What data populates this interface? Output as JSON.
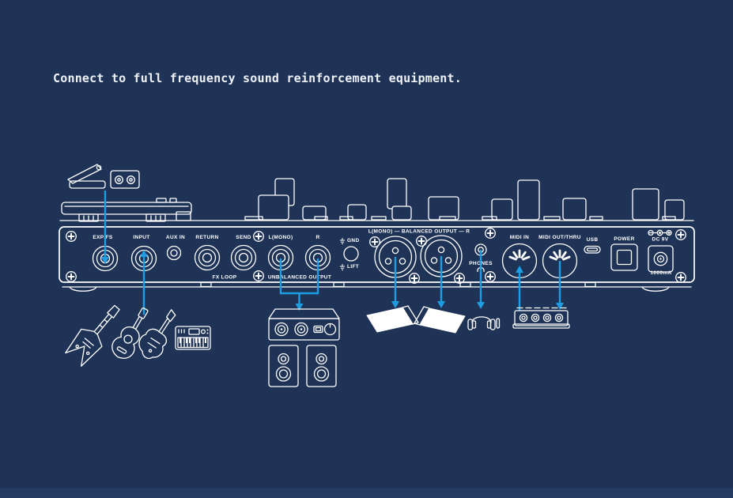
{
  "title": "Connect to full frequency sound reinforcement equipment.",
  "colors": {
    "background": "#1f3357",
    "line_art": "#ffffff",
    "accent_arrow": "#1f9de2",
    "footer_band": "#253a5f"
  },
  "rear_panel": {
    "labels": {
      "exp_fs": "EXP/FS",
      "input": "INPUT",
      "aux_in": "AUX IN",
      "return": "RETURN",
      "send": "SEND",
      "l_mono": "L(MONO)",
      "r": "R",
      "fx_loop": "FX LOOP",
      "unbalanced_output": "UNBALANCED OUTPUT",
      "gnd": "GND",
      "lift": "LIFT",
      "balanced_output": "L(MONO) — BALANCED OUTPUT — R",
      "phones": "PHONES",
      "midi_in": "MIDI IN",
      "midi_out_thru": "MIDI OUT/THRU",
      "usb": "USB",
      "power": "POWER",
      "dc_voltage": "DC 9V",
      "dc_current": "1000mA"
    }
  },
  "equipment": {
    "icons": [
      "expression-pedal",
      "dual-footswitch",
      "flying-v-guitar",
      "acoustic-guitar",
      "electric-guitar",
      "keyboard",
      "audio-interface",
      "studio-monitors",
      "stage-wedge-monitors",
      "headphones",
      "midi-controller"
    ]
  }
}
